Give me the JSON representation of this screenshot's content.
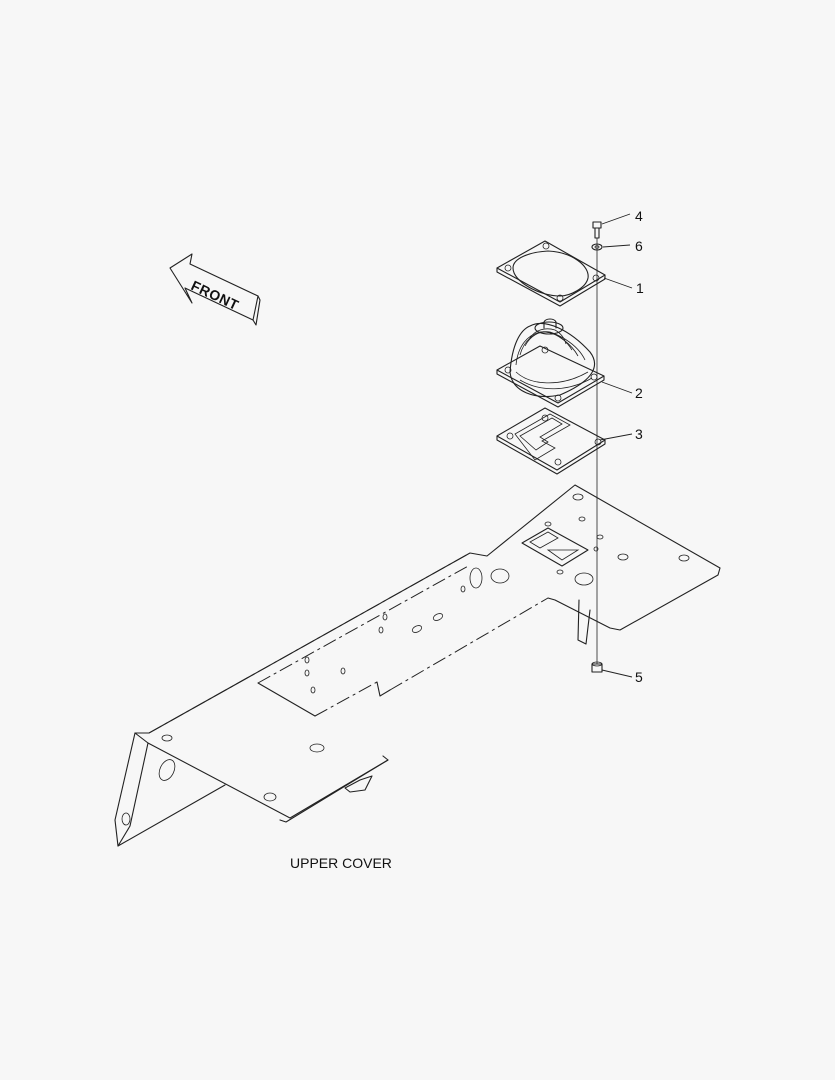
{
  "diagram": {
    "caption": "UPPER COVER",
    "orientation_arrow": "FRONT",
    "callouts": [
      {
        "id": "callout-4",
        "label": "4"
      },
      {
        "id": "callout-6",
        "label": "6"
      },
      {
        "id": "callout-1",
        "label": "1"
      },
      {
        "id": "callout-2",
        "label": "2"
      },
      {
        "id": "callout-3",
        "label": "3"
      },
      {
        "id": "callout-5",
        "label": "5"
      }
    ]
  }
}
